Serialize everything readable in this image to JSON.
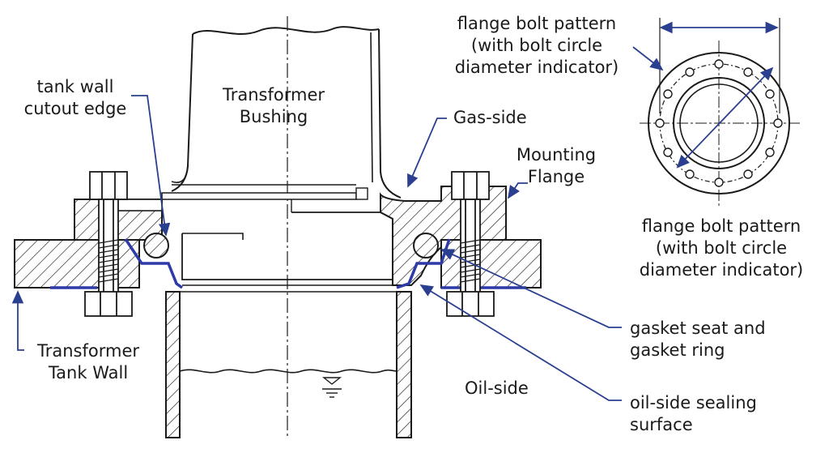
{
  "colors": {
    "line": "#1a1a1a",
    "leader": "#2a3f8f",
    "seal": "#2d3aa8",
    "background": "#ffffff"
  },
  "labels": {
    "tank_wall_cutout_edge": [
      "tank wall",
      "cutout edge"
    ],
    "transformer_bushing": [
      "Transformer",
      "Bushing"
    ],
    "gas_side": "Gas-side",
    "mounting_flange": [
      "Mounting",
      "Flange"
    ],
    "bolt_pattern_top": [
      "flange bolt pattern",
      "(with bolt circle",
      "diameter indicator)"
    ],
    "bolt_pattern_right": [
      "flange bolt pattern",
      "(with bolt circle",
      "diameter indicator)"
    ],
    "transformer_tank_wall": [
      "Transformer",
      "Tank Wall"
    ],
    "oil_side": "Oil-side",
    "gasket_seat": [
      "gasket seat and",
      "gasket ring"
    ],
    "oil_side_sealing_surface": [
      "oil-side sealing",
      "surface"
    ]
  }
}
